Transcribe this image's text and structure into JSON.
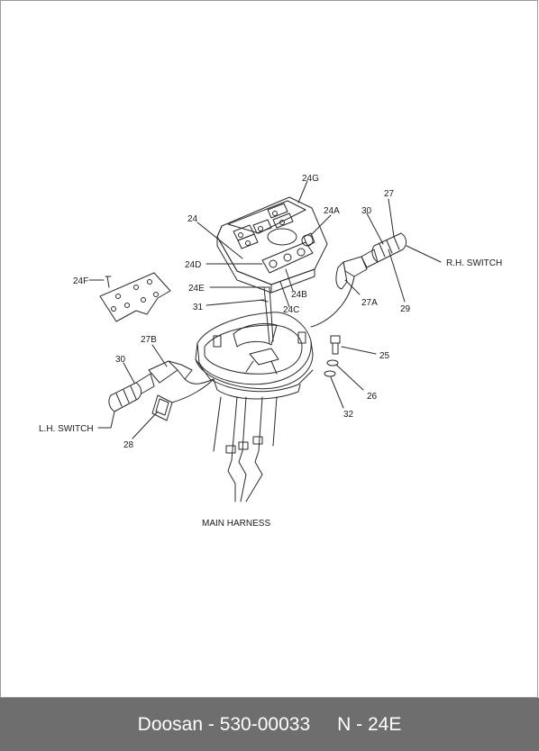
{
  "colors": {
    "line": "#2a2a2a",
    "caption_bg": "#6e6e6e",
    "caption_text": "#ffffff"
  },
  "callouts": {
    "c24g": "24G",
    "c27": "27",
    "c24": "24",
    "c24a": "24A",
    "c30r": "30",
    "c24d": "24D",
    "c24f": "24F",
    "c24e": "24E",
    "c24b": "24B",
    "c31": "31",
    "c24c": "24C",
    "c27a": "27A",
    "c29": "29",
    "rh": "R.H. SWITCH",
    "c27b": "27B",
    "c25": "25",
    "c30l": "30",
    "c26": "26",
    "c32": "32",
    "lh": "L.H. SWITCH",
    "c28": "28",
    "harness": "MAIN HARNESS"
  },
  "caption": {
    "brand_part": "Doosan - 530-00033",
    "figure": "N - 24E"
  }
}
